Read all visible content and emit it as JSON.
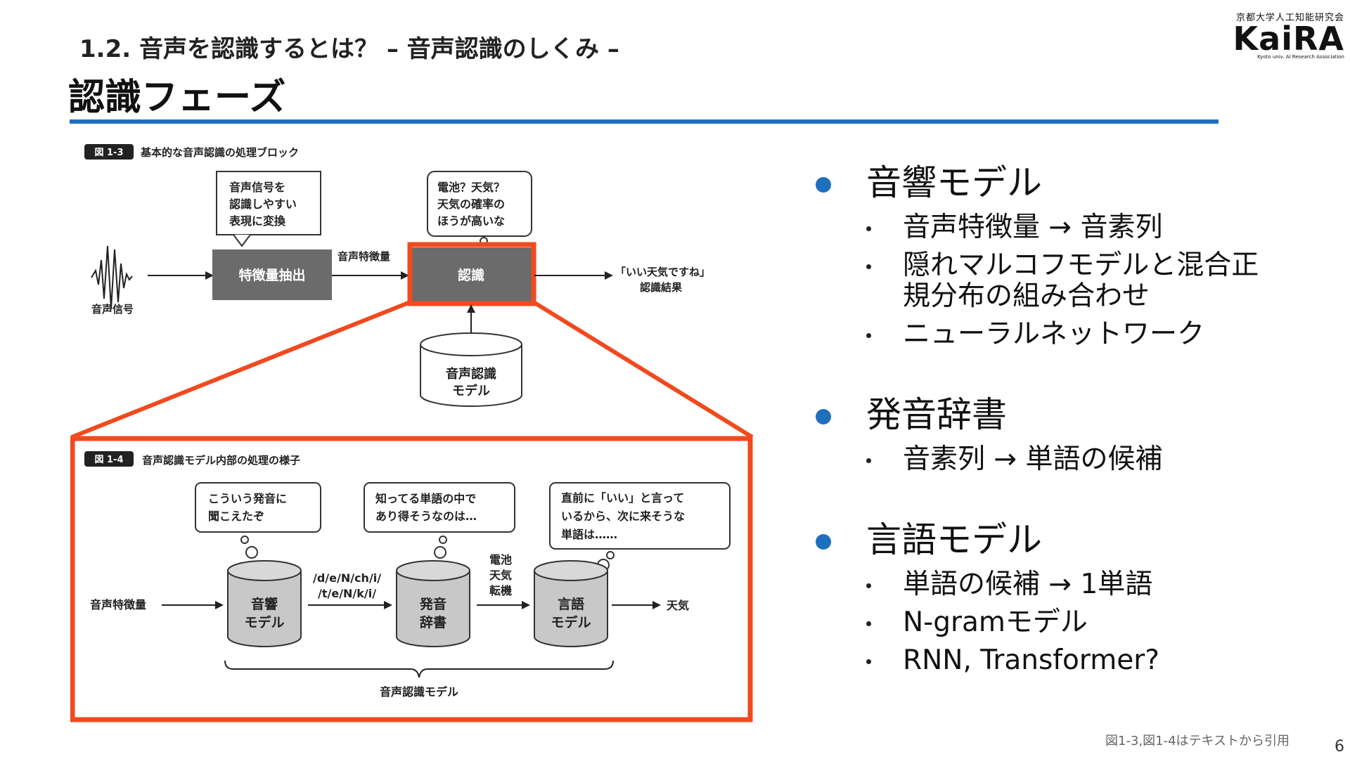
{
  "header": {
    "section": "1.2. 音声を認識するとは？ – 音声認識のしくみ –",
    "title": "認識フェーズ"
  },
  "logo": {
    "subtitle": "京都大学人工知能研究会",
    "name": "KaiRA",
    "tagline": "Kyoto univ. AI Research Association"
  },
  "figure1": {
    "caption_tag": "図 1-3",
    "caption": "基本的な音声認識の処理ブロック",
    "bubble_feature": [
      "音声信号を",
      "認識しやすい",
      "表現に変換"
    ],
    "bubble_recog": [
      "電池？天気？",
      "天気の確率の",
      "ほうが高いな"
    ],
    "signal_label": "音声信号",
    "feature_box": "特徴量抽出",
    "arrow_label": "音声特徴量",
    "recog_box": "認識",
    "result": [
      "「いい天気ですね」",
      "認識結果"
    ],
    "model_db": [
      "音声認識",
      "モデル"
    ]
  },
  "figure2": {
    "caption_tag": "図 1-4",
    "caption": "音声認識モデル内部の処理の様子",
    "bubble_acoustic": [
      "こういう発音に",
      "聞こえたぞ"
    ],
    "bubble_dict": [
      "知ってる単語の中で",
      "あり得そうなのは…"
    ],
    "bubble_lang": [
      "直前に「いい」と言って",
      "いるから、次に来そうな",
      "単語は……"
    ],
    "input_label": "音声特徴量",
    "db_acoustic": [
      "音響",
      "モデル"
    ],
    "phonemes": [
      "/d/e/N/ch/i/",
      "/t/e/N/k/i/"
    ],
    "db_dict": [
      "発音",
      "辞書"
    ],
    "candidates": [
      "電池",
      "天気",
      "転機"
    ],
    "db_lang": [
      "言語",
      "モデル"
    ],
    "output_label": "天気",
    "brace_label": "音声認識モデル"
  },
  "bullets": [
    {
      "title": "音響モデル",
      "items": [
        "音声特徴量 → 音素列",
        "隠れマルコフモデルと混合正規分布の組み合わせ",
        "ニューラルネットワーク"
      ]
    },
    {
      "title": "発音辞書",
      "items": [
        "音素列 → 単語の候補"
      ]
    },
    {
      "title": "言語モデル",
      "items": [
        "単語の候補 → 1単語",
        "N-gramモデル",
        "RNN, Transformer?"
      ]
    }
  ],
  "footnote": "図1-3,図1-4はテキストから引用",
  "page_number": "6",
  "colors": {
    "accent_blue": "#1f6fbf",
    "highlight_red": "#f04a1e",
    "block_gray": "#6b6b6b",
    "db_gray": "#c8c8c8"
  }
}
